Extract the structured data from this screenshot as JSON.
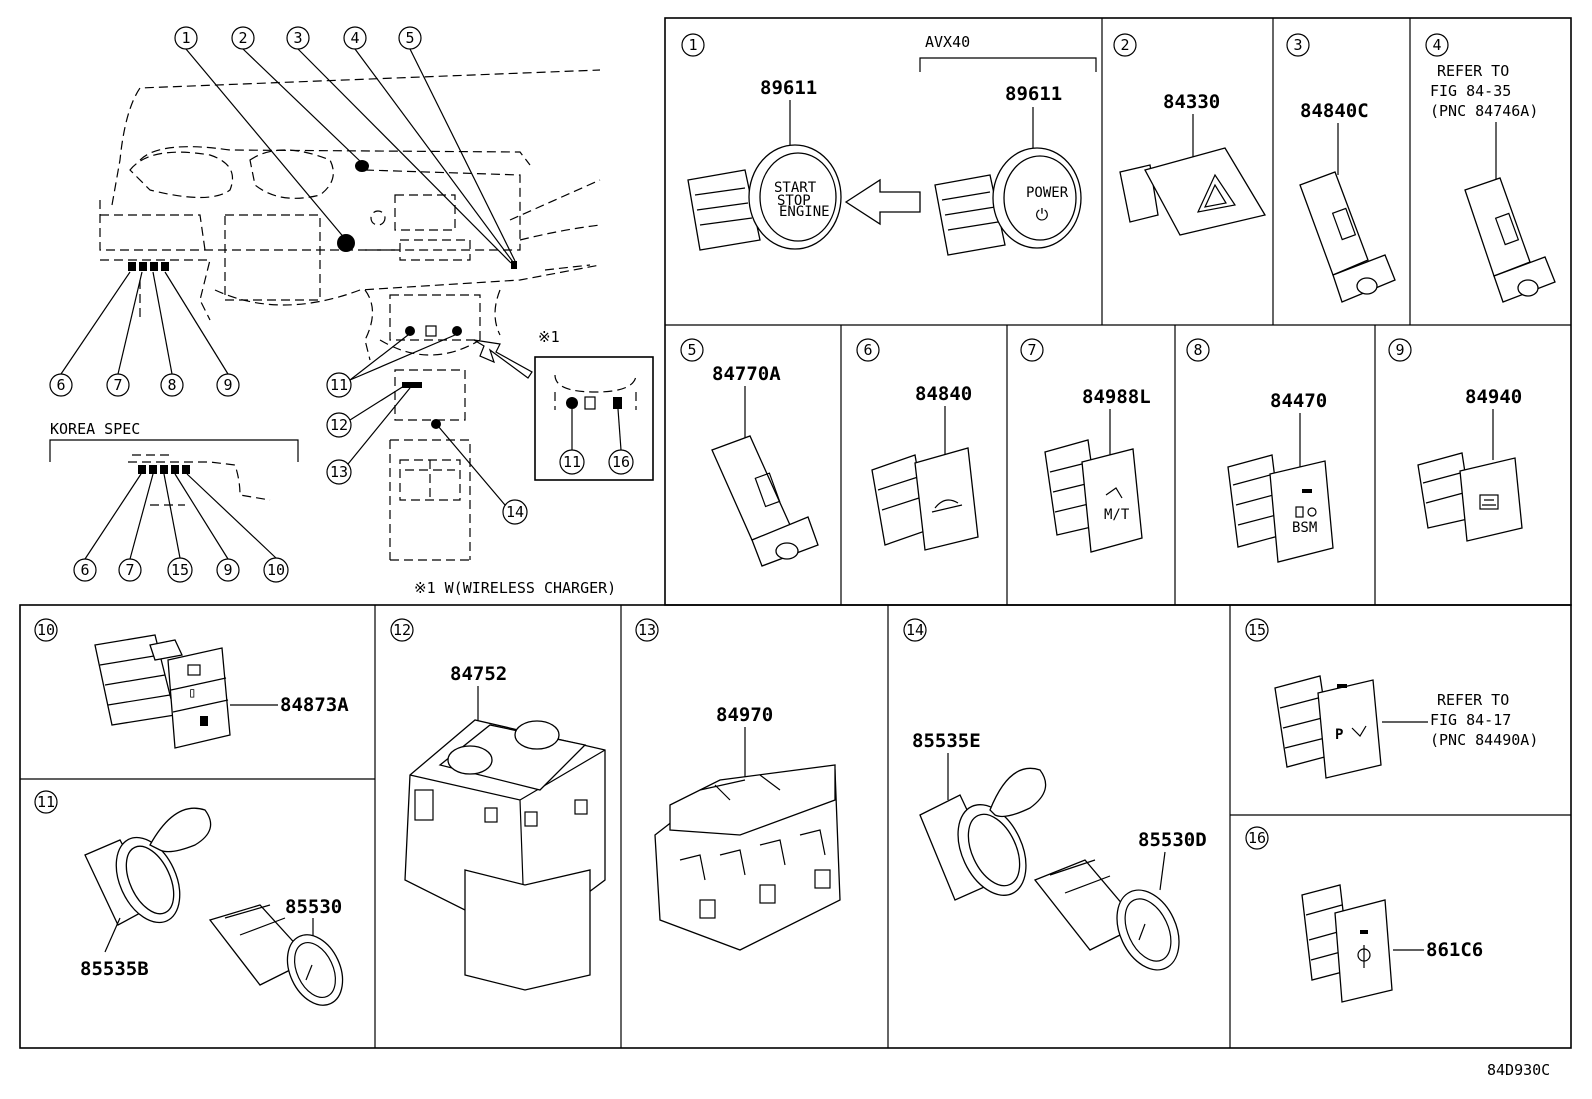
{
  "diagram_code": "84D930C",
  "overview": {
    "callouts_top": [
      "1",
      "2",
      "3",
      "4",
      "5"
    ],
    "callouts_left_row": [
      "6",
      "7",
      "8",
      "9"
    ],
    "korea_spec_label": "KOREA SPEC",
    "callouts_korea_row": [
      "6",
      "7",
      "15",
      "9",
      "10"
    ],
    "callouts_console": [
      "11",
      "12",
      "13",
      "14"
    ],
    "inset_mark": "※1",
    "inset_callouts": [
      "11",
      "16"
    ],
    "footnote": "※1 W(WIRELESS CHARGER)"
  },
  "panels": [
    {
      "id": "1",
      "parts": [
        "89611",
        "89611"
      ],
      "variant_label": "AVX40",
      "button_text": [
        "START",
        "STOP",
        "ENGINE",
        "POWER"
      ]
    },
    {
      "id": "2",
      "parts": [
        "84330"
      ]
    },
    {
      "id": "3",
      "parts": [
        "84840C"
      ]
    },
    {
      "id": "4",
      "refer": [
        "REFER TO",
        "FIG 84-35",
        "(PNC 84746A)"
      ]
    },
    {
      "id": "5",
      "parts": [
        "84770A"
      ]
    },
    {
      "id": "6",
      "parts": [
        "84840"
      ]
    },
    {
      "id": "7",
      "parts": [
        "84988L"
      ],
      "button_text": "M/T"
    },
    {
      "id": "8",
      "parts": [
        "84470"
      ],
      "button_text": "BSM"
    },
    {
      "id": "9",
      "parts": [
        "84940"
      ]
    },
    {
      "id": "10",
      "parts": [
        "84873A"
      ]
    },
    {
      "id": "11",
      "parts": [
        "85530",
        "85535B"
      ]
    },
    {
      "id": "12",
      "parts": [
        "84752"
      ]
    },
    {
      "id": "13",
      "parts": [
        "84970"
      ]
    },
    {
      "id": "14",
      "parts": [
        "85535E",
        "85530D"
      ]
    },
    {
      "id": "15",
      "refer": [
        "REFER TO",
        "FIG 84-17",
        "(PNC 84490A)"
      ],
      "button_text": "P"
    },
    {
      "id": "16",
      "parts": [
        "861C6"
      ]
    }
  ]
}
